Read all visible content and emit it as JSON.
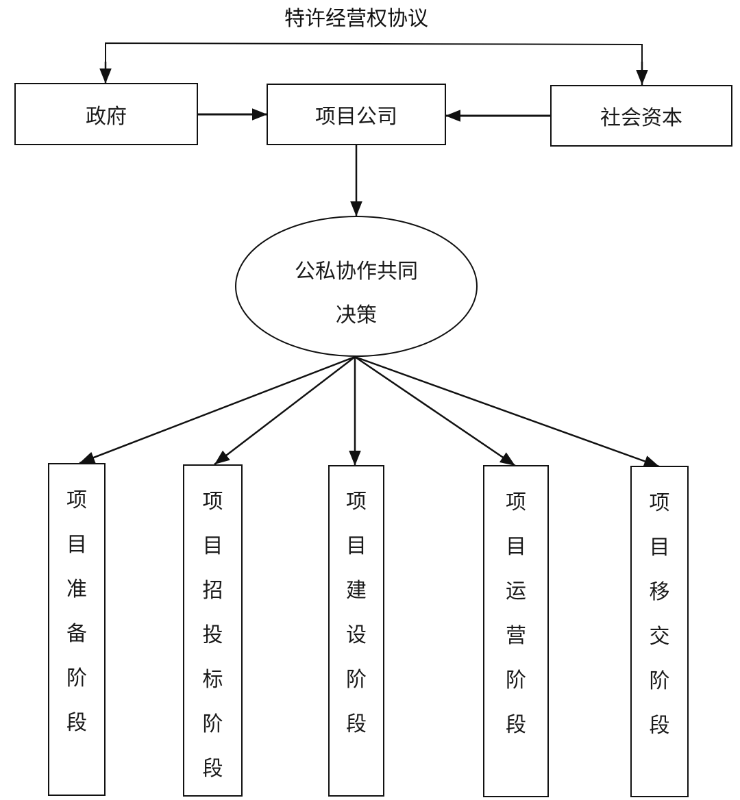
{
  "diagram": {
    "top_label": "特许经营权协议",
    "nodes": {
      "government": "政府",
      "project_company": "项目公司",
      "social_capital": "社会资本",
      "decision": "公私协作共同决策"
    },
    "decision_lines": [
      "公私协作共同",
      "决策"
    ],
    "stages": [
      {
        "label": "项目准备阶段",
        "chars": [
          "项",
          "目",
          "准",
          "备",
          "阶",
          "段"
        ]
      },
      {
        "label": "项目招投标阶段",
        "chars": [
          "项",
          "目",
          "招",
          "投",
          "标",
          "阶",
          "段"
        ]
      },
      {
        "label": "项目建设阶段",
        "chars": [
          "项",
          "目",
          "建",
          "设",
          "阶",
          "段"
        ]
      },
      {
        "label": "项目运营阶段",
        "chars": [
          "项",
          "目",
          "运",
          "营",
          "阶",
          "段"
        ]
      },
      {
        "label": "项目移交阶段",
        "chars": [
          "项",
          "目",
          "移",
          "交",
          "阶",
          "段"
        ]
      }
    ],
    "edges": [
      {
        "from": "特许经营权协议",
        "to": "政府"
      },
      {
        "from": "特许经营权协议",
        "to": "社会资本"
      },
      {
        "from": "政府",
        "to": "项目公司"
      },
      {
        "from": "社会资本",
        "to": "项目公司"
      },
      {
        "from": "项目公司",
        "to": "公私协作共同决策"
      },
      {
        "from": "公私协作共同决策",
        "to": "项目准备阶段"
      },
      {
        "from": "公私协作共同决策",
        "to": "项目招投标阶段"
      },
      {
        "from": "公私协作共同决策",
        "to": "项目建设阶段"
      },
      {
        "from": "公私协作共同决策",
        "to": "项目运营阶段"
      },
      {
        "from": "公私协作共同决策",
        "to": "项目移交阶段"
      }
    ]
  }
}
